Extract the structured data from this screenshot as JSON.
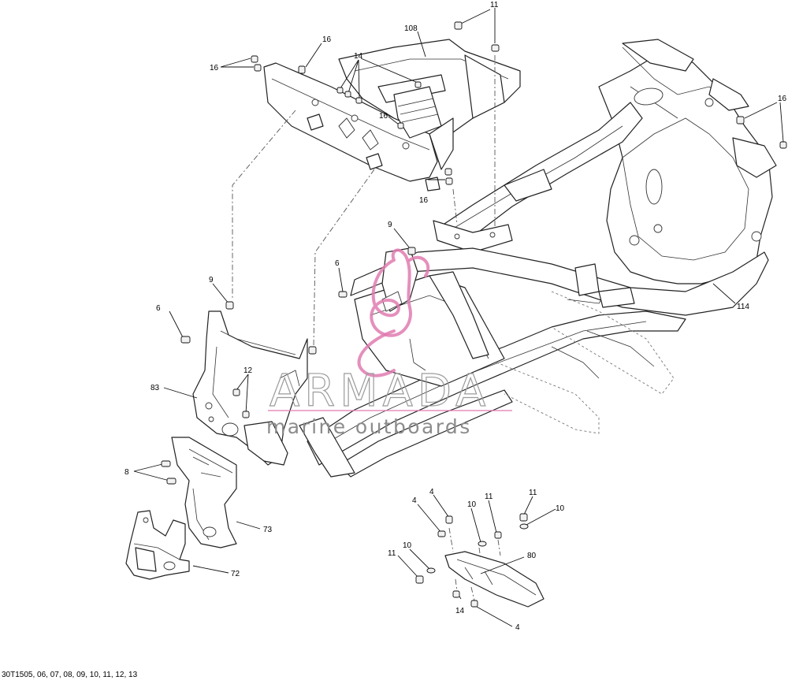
{
  "callouts": {
    "c108": "108",
    "c11_top": "11",
    "c16_a": "16",
    "c16_b": "16",
    "c14_top": "14",
    "c16_c": "16",
    "c16_d": "16",
    "c16_right": "16",
    "c9_mid": "9",
    "c6_mid": "6",
    "c9_left": "9",
    "c6_left": "6",
    "c12": "12",
    "c83": "83",
    "c114": "114",
    "c8": "8",
    "c73": "73",
    "c72": "72",
    "c4_a": "4",
    "c4_b": "4",
    "c10_a": "10",
    "c11_a": "11",
    "c11_b": "11",
    "c10_b": "10",
    "c10_c": "10",
    "c11_c": "11",
    "c80": "80",
    "c14_bottom": "14",
    "c4_bottom": "4"
  },
  "watermark": {
    "brand": "ARMADA",
    "tagline": "marine outboards",
    "color": "#e07bb0"
  },
  "diagram_code": "30T1505, 06, 07, 08, 09, 10, 11, 12, 13"
}
